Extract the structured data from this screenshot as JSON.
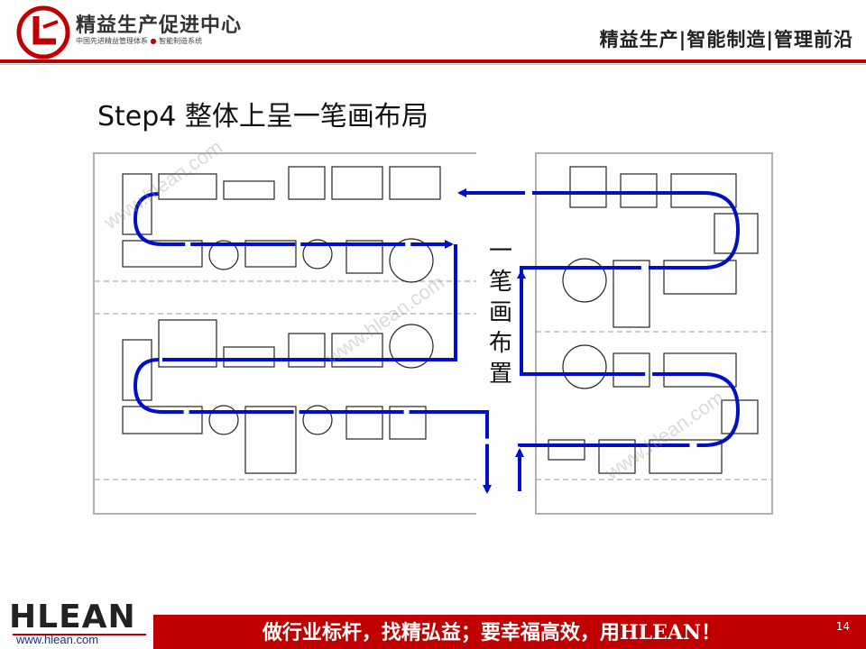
{
  "header": {
    "org_name": "精益生产促进中心",
    "org_sub_left": "中国先进精益管理体系",
    "org_sub_right": "智能制造系统",
    "tagline": "精益生产|智能制造|管理前沿"
  },
  "slide": {
    "title": "Step4  整体上呈一笔画布局",
    "vertical_label": [
      "一",
      "笔",
      "画",
      "布",
      "置"
    ]
  },
  "watermark": "www.hlean.com",
  "footer": {
    "logo_text": "HLEAN",
    "url": "www.hlean.com",
    "slogan": "做行业标杆，找精弘益；要幸福高效，用HLEAN！",
    "page_number": "14"
  },
  "colors": {
    "brand_red": "#c00000",
    "flow_blue": "#0010c8"
  }
}
